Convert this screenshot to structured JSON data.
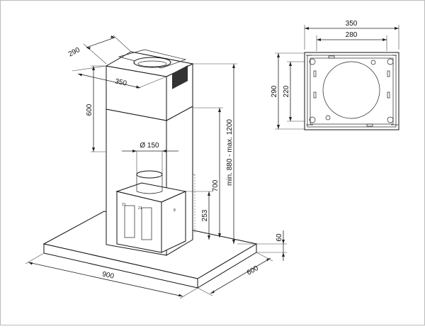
{
  "top_view": {
    "width_outer": "350",
    "width_inner": "280",
    "depth_outer": "290",
    "depth_inner": "220"
  },
  "hood": {
    "chimney_depth": "290",
    "chimney_width": "350",
    "chimney_height": "600",
    "outlet_diameter": "Ø 150",
    "height_range": "min. 880 - max. 1200",
    "height_700": "700",
    "height_253": "253",
    "canopy_thickness": "60",
    "canopy_width": "900",
    "canopy_depth": "600"
  },
  "filter_marks": [
    "21",
    "21",
    "8"
  ]
}
